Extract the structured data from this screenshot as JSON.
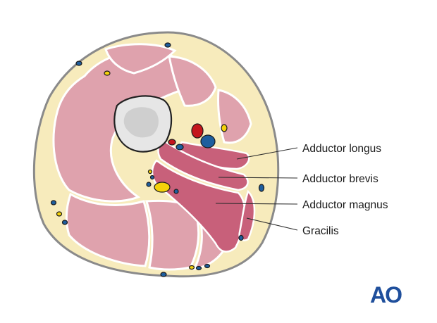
{
  "labels": {
    "adductor_longus": "Adductor longus",
    "adductor_brevis": "Adductor brevis",
    "adductor_magnus": "Adductor magnus",
    "gracilis": "Gracilis"
  },
  "logo": {
    "text": "AO"
  },
  "colors": {
    "fat": "#f7ebbc",
    "skin_outline": "#8a8a8a",
    "muscle": "#dfa2ad",
    "muscle_highlight": "#e6b3bc",
    "adductor": "#c8607a",
    "bone_cortex": "#e6e6e6",
    "bone_marrow": "#cfcfcf",
    "artery": "#c4151c",
    "vein": "#1e5e9e",
    "nerve": "#f5d20a",
    "logo": "#1f4f9c"
  }
}
